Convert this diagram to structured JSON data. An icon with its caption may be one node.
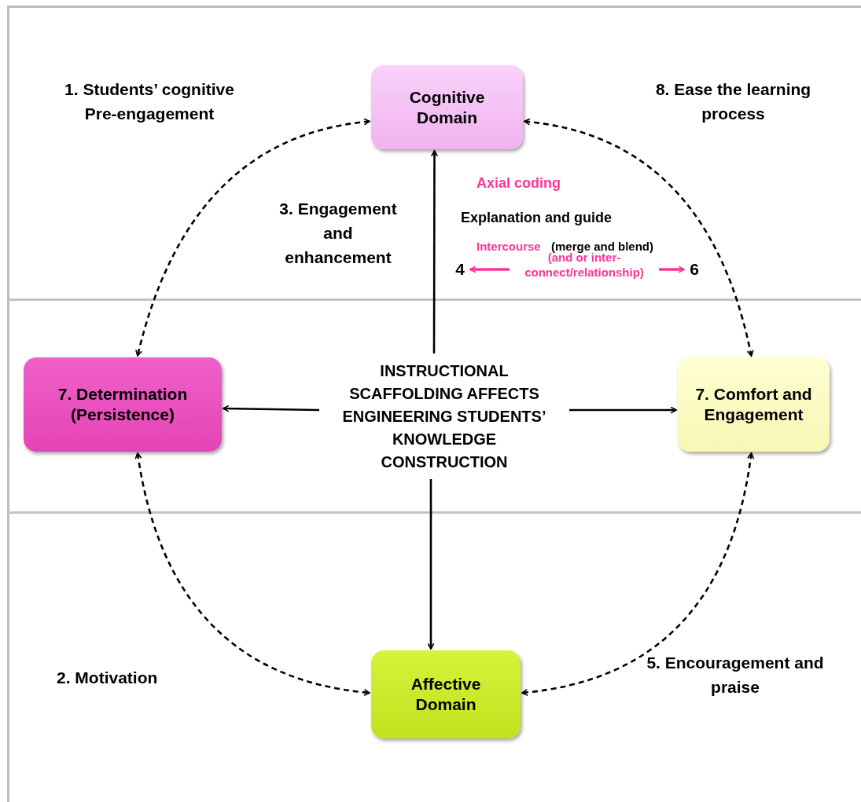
{
  "diagram": {
    "nodes": [
      {
        "text": [
          "Cognitive Domain"
        ]
      },
      {
        "text": [
          "7. Determination (Persistence)"
        ]
      },
      {
        "text": [
          "INSTRUCTIONAL SCAFFOLDING AFFECTS ENGINEERING STUDENTS’ KNOWLEDGE CONSTRUCTION"
        ]
      },
      {
        "text": [
          "7. Comfort and Engagement"
        ]
      },
      {
        "text": [
          "Affective Domain"
        ]
      },
      {
        "text": [
          "4"
        ]
      },
      {
        "text": [
          "6"
        ]
      }
    ],
    "edges": [
      {
        "from": 0,
        "to": 1,
        "arrow": "both",
        "style": "dashed"
      },
      {
        "from": 0,
        "to": 3,
        "arrow": "both",
        "style": "dashed"
      },
      {
        "from": 1,
        "to": 4,
        "arrow": "both",
        "style": "dashed"
      },
      {
        "from": 3,
        "to": 4,
        "arrow": "both",
        "style": "dashed"
      },
      {
        "from": 2,
        "to": 0,
        "arrow": "to"
      },
      {
        "from": 2,
        "to": 1,
        "arrow": "to"
      },
      {
        "from": 2,
        "to": 3,
        "arrow": "to"
      },
      {
        "from": 2,
        "to": 4,
        "arrow": "to"
      },
      {
        "from": 5,
        "to": 6,
        "arrow": "both",
        "color": "#ff3399",
        "label": "(and or inter-connect/relationship)"
      }
    ],
    "labels": [
      "1. Students’ cognitive Pre-engagement",
      "8. Ease the learning process",
      "Axial coding",
      "3. Engagement and enhancement",
      "Explanation and guide",
      "Intercourse",
      "(merge and blend)",
      "2. Motivation",
      "5. Encouragement and praise"
    ]
  }
}
